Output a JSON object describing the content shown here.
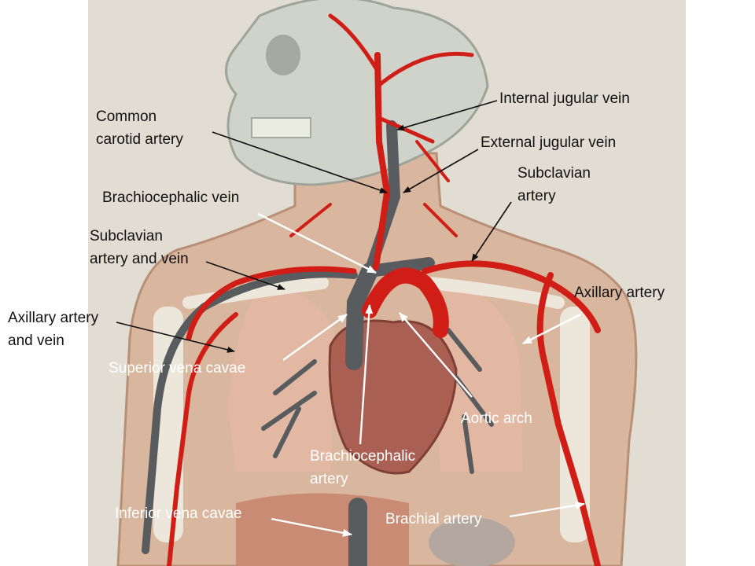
{
  "colors": {
    "background": "#ffffff",
    "wall": "#e2ddd2",
    "torso": "#d9b79e",
    "skull": "#cfd3c9",
    "artery": "#d01e16",
    "vein": "#585c5e",
    "organ": "#a95f52",
    "bone": "#ece7da"
  },
  "labels": {
    "common_carotid_1": "Common",
    "common_carotid_2": "carotid artery",
    "internal_jugular": "Internal jugular vein",
    "external_jugular": "External jugular vein",
    "subclavian_artery_1": "Subclavian",
    "subclavian_artery_2": "artery",
    "brachiocephalic_vein": "Brachiocephalic vein",
    "subclavian_av_1": "Subclavian",
    "subclavian_av_2": "artery and vein",
    "axillary_artery": "Axillary artery",
    "axillary_av_1": "Axillary artery",
    "axillary_av_2": "and vein",
    "superior_vena_cavae": "Superior vena cavae",
    "aortic_arch": "Aortic arch",
    "brachiocephalic_artery_1": "Brachiocephalic",
    "brachiocephalic_artery_2": "artery",
    "inferior_vena_cavae": "Inferior vena cavae",
    "brachial_artery": "Brachial artery"
  }
}
